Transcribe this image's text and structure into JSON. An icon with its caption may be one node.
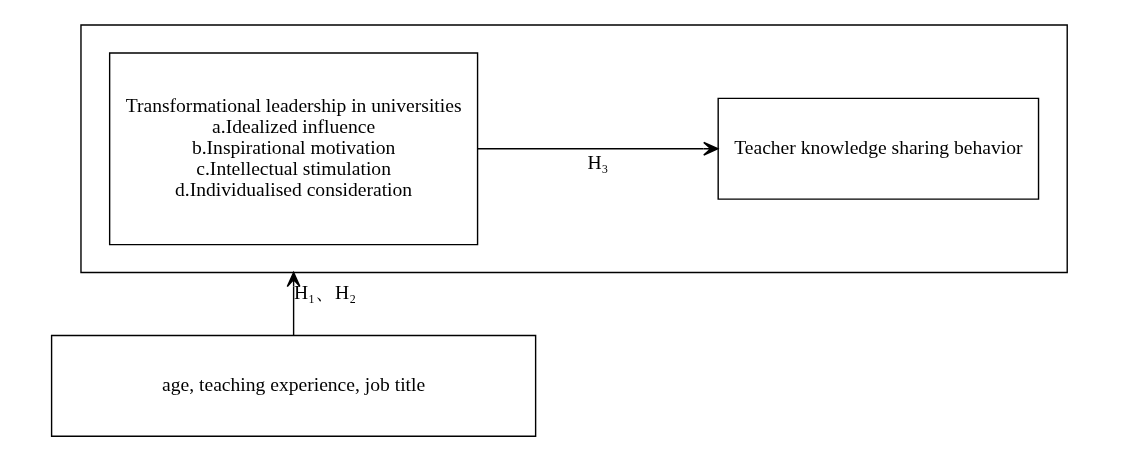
{
  "diagram": {
    "nodes": [
      {
        "text": [],
        "shape": "box"
      },
      {
        "text": [
          "Transformational leadership in universities",
          "a.Idealized influence",
          "b.Inspirational motivation",
          "c.Intellectual stimulation",
          "d.Individualised consideration"
        ],
        "in": 0
      },
      {
        "text": [
          "Teacher knowledge sharing behavior"
        ],
        "in": 0
      },
      {
        "text": [
          "age, teaching experience, job title"
        ]
      }
    ],
    "edges": [
      {
        "from": 1,
        "to": 2,
        "arrow": "to",
        "label": "H₃"
      },
      {
        "from": 3,
        "to": 0,
        "arrow": "to",
        "label": "H₁、H₂"
      }
    ]
  }
}
